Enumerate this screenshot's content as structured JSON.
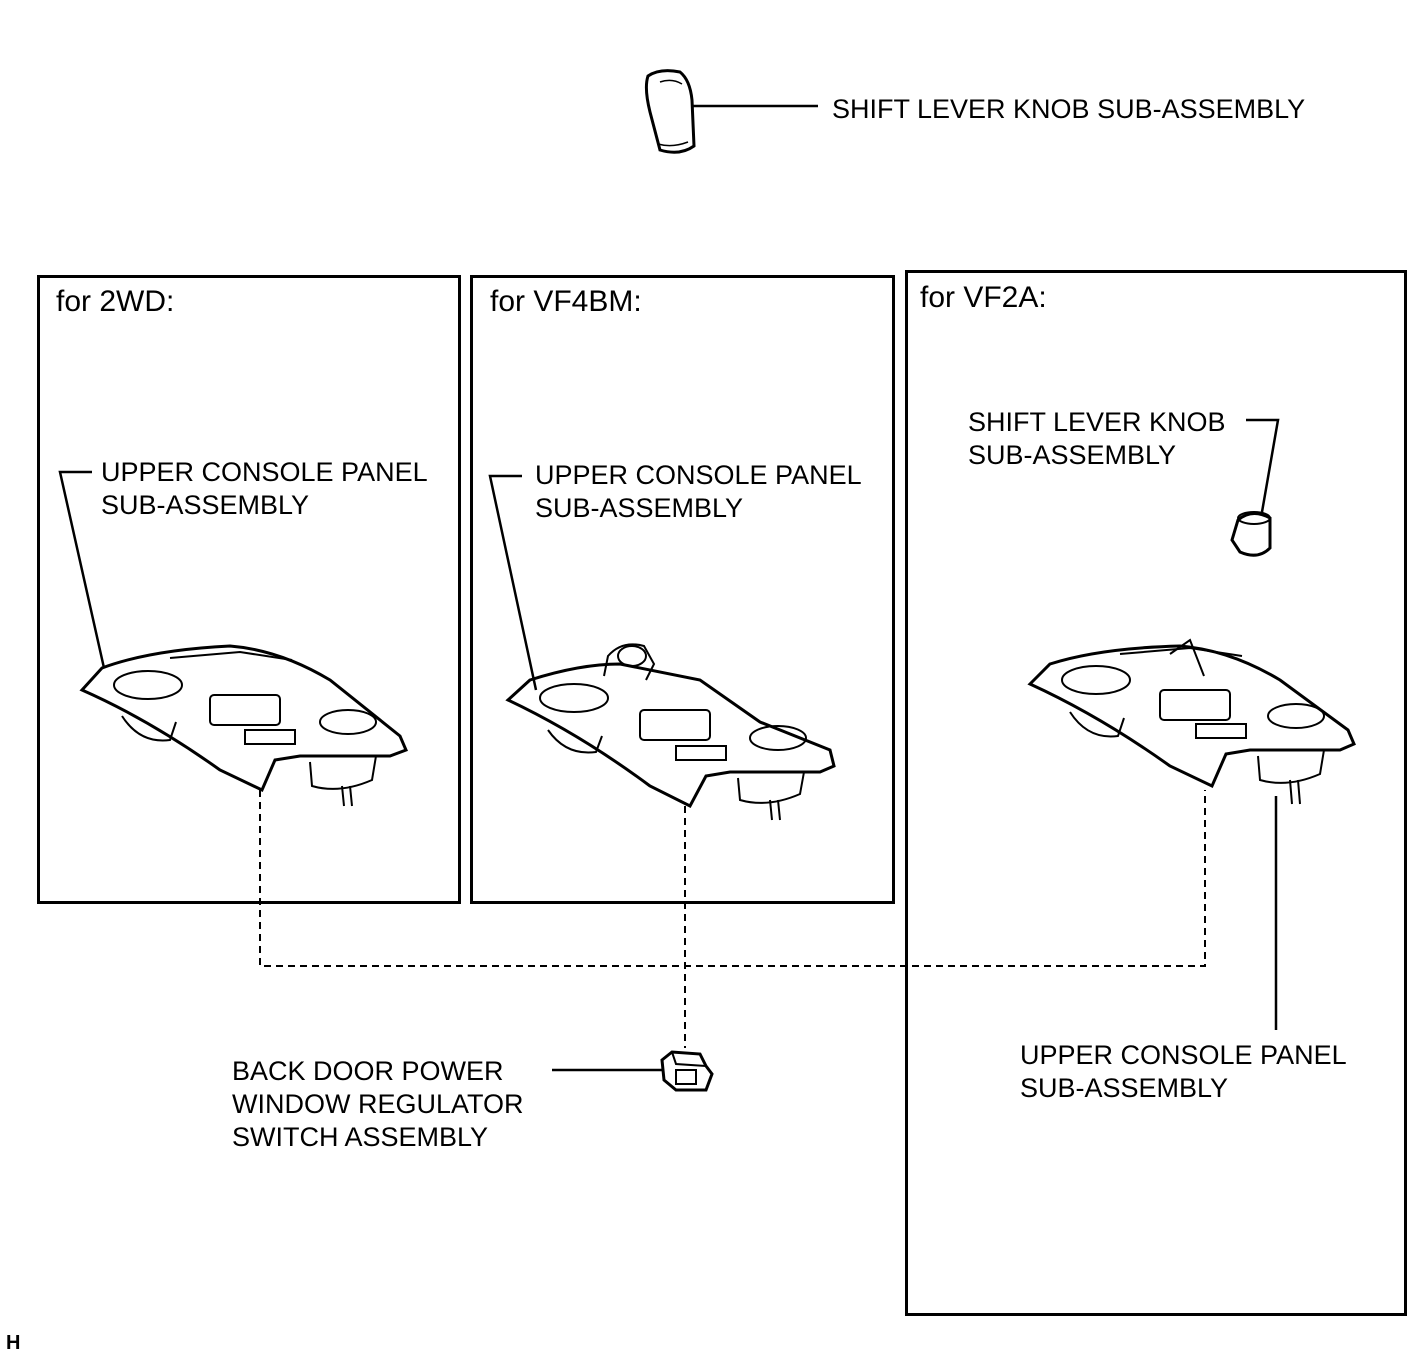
{
  "labels": {
    "top_knob": "SHIFT LEVER KNOB SUB-ASSEMBLY",
    "panel_2wd_line1": "UPPER CONSOLE PANEL",
    "panel_2wd_line2": "SUB-ASSEMBLY",
    "panel_vf4bm_line1": "UPPER CONSOLE PANEL",
    "panel_vf4bm_line2": "SUB-ASSEMBLY",
    "knob_vf2a_line1": "SHIFT LEVER KNOB",
    "knob_vf2a_line2": "SUB-ASSEMBLY",
    "panel_vf2a_line1": "UPPER CONSOLE PANEL",
    "panel_vf2a_line2": "SUB-ASSEMBLY",
    "switch_line1": "BACK DOOR POWER",
    "switch_line2": "WINDOW REGULATOR",
    "switch_line3": "SWITCH ASSEMBLY"
  },
  "frames": {
    "f2wd": "for 2WD:",
    "fvf4bm": "for VF4BM:",
    "fvf2a": "for VF2A:"
  },
  "corner_mark": "H"
}
